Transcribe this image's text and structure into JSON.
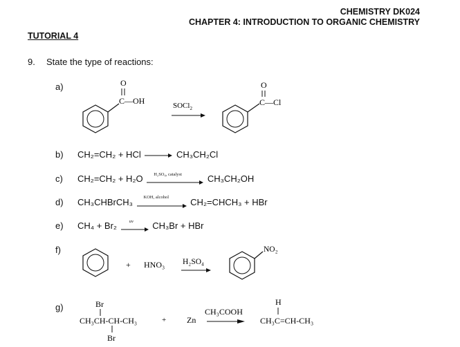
{
  "header": {
    "course": "CHEMISTRY DK024",
    "chapter": "CHAPTER 4: INTRODUCTION TO ORGANIC CHEMISTRY",
    "tutorial": "TUTORIAL 4"
  },
  "question": {
    "number": "9.",
    "text": "State the type of reactions:"
  },
  "parts": {
    "a": {
      "label": "a)",
      "reagent": "SOCl",
      "reagent_sub": "2",
      "group_left": "C—OH",
      "group_right": "C—Cl",
      "oxygen": "O"
    },
    "b": {
      "label": "b)",
      "left": "CH₂=CH₂ + HCl",
      "right": "CH₃CH₂Cl"
    },
    "c": {
      "label": "c)",
      "left": "CH₂=CH₂ + H₂O",
      "cond": "H₂SO₄, catalyst",
      "right": "CH₃CH₂OH"
    },
    "d": {
      "label": "d)",
      "left": "CH₃CHBrCH₃",
      "cond": "KOH, alcohol",
      "right": "CH₂=CHCH₃ + HBr"
    },
    "e": {
      "label": "e)",
      "left": "CH₄ + Br₂",
      "cond": "uv",
      "right": "CH₃Br + HBr"
    },
    "f": {
      "label": "f)",
      "plus": "+",
      "reactant": "HNO₃",
      "cond": "H₂SO₄",
      "product_group": "NO₂"
    },
    "g": {
      "label": "g)",
      "br_top": "Br",
      "chain": "CH₃CH-CH-CH₃",
      "br_bottom": "Br",
      "plus": "+",
      "zn": "Zn",
      "cond": "CH₃COOH",
      "h_top": "H",
      "product": "CH₃C=CH-CH₃"
    }
  }
}
